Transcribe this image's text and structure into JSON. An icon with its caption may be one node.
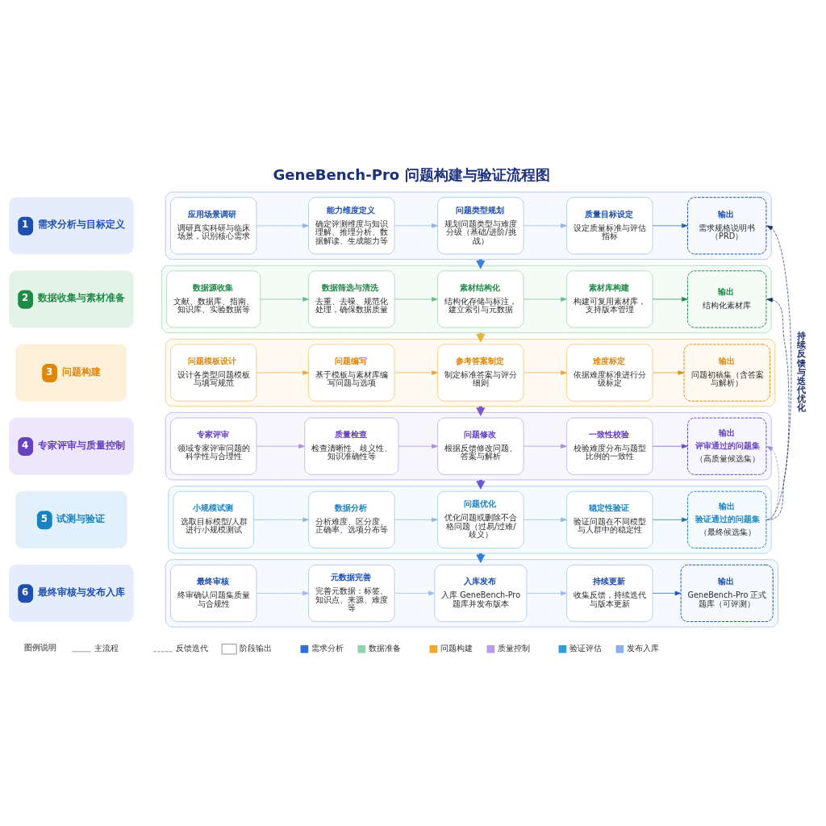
{
  "diagram": {
    "title": "GeneBench-Pro 问题构建与验证流程图",
    "nodes": [
      {
        "text": [
          "1",
          "需求分析与目标定义"
        ]
      },
      {
        "text": [],
        "shape": "box"
      },
      {
        "text": [
          "应用场景调研",
          "调研真实科研与临床场景，识别核心需求"
        ],
        "in": 1
      },
      {
        "text": [
          "能力维度定义",
          "确定评测维度与知识理解、推理分析、数据解读、生成能力等"
        ],
        "in": 1
      },
      {
        "text": [
          "问题类型规划",
          "规划问题类型与难度分级（基础/进阶/挑战）"
        ],
        "in": 1
      },
      {
        "text": [
          "质量目标设定",
          "设定质量标准与评估指标"
        ],
        "in": 1
      },
      {
        "text": [
          "输出",
          "需求规格说明书（PRD）"
        ],
        "in": 1
      },
      {
        "text": [
          "2",
          "数据收集与素材准备"
        ]
      },
      {
        "text": [],
        "shape": "box"
      },
      {
        "text": [
          "数据源收集",
          "文献、数据库、指南、知识库、实验数据等"
        ],
        "in": 8
      },
      {
        "text": [
          "数据筛选与清洗",
          "去重、去噪、规范化处理，确保数据质量"
        ],
        "in": 8
      },
      {
        "text": [
          "素材结构化",
          "结构化存储与标注，建立索引与元数据"
        ],
        "in": 8
      },
      {
        "text": [
          "素材库构建",
          "构建可复用素材库，支持版本管理"
        ],
        "in": 8
      },
      {
        "text": [
          "输出",
          "结构化素材库"
        ],
        "in": 8
      },
      {
        "text": [
          "3",
          "问题构建"
        ]
      },
      {
        "text": [],
        "shape": "box"
      },
      {
        "text": [
          "问题模板设计",
          "设计各类型问题模板与填写规范"
        ],
        "in": 15
      },
      {
        "text": [
          "问题编写",
          "基于模板与素材库编写问题与选项"
        ],
        "in": 15
      },
      {
        "text": [
          "参考答案制定",
          "制定标准答案与评分细则"
        ],
        "in": 15
      },
      {
        "text": [
          "难度标定",
          "依据难度标准进行分级标定"
        ],
        "in": 15
      },
      {
        "text": [
          "输出",
          "问题初稿集（含答案与解析）"
        ],
        "in": 15
      },
      {
        "text": [
          "4",
          "专家评审与质量控制"
        ]
      },
      {
        "text": [],
        "shape": "box"
      },
      {
        "text": [
          "专家评审",
          "领域专家评审问题的科学性与合理性"
        ],
        "in": 22
      },
      {
        "text": [
          "质量检查",
          "检查清晰性、歧义性、知识准确性等"
        ],
        "in": 22
      },
      {
        "text": [
          "问题修改",
          "根据反馈修改问题、答案与解析"
        ],
        "in": 22
      },
      {
        "text": [
          "一致性校验",
          "校验难度分布与题型比例的一致性"
        ],
        "in": 22
      },
      {
        "text": [
          "输出",
          "评审通过的问题集",
          "（高质量候选集）"
        ],
        "in": 22
      },
      {
        "text": [
          "5",
          "试测与验证"
        ]
      },
      {
        "text": [],
        "shape": "box"
      },
      {
        "text": [
          "小规模试测",
          "选取目标模型/人群进行小规模测试"
        ],
        "in": 29
      },
      {
        "text": [
          "数据分析",
          "分析难度、区分度、正确率、选项分布等"
        ],
        "in": 29
      },
      {
        "text": [
          "问题优化",
          "优化问题或删除不合格问题（过易/过难/歧义）"
        ],
        "in": 29
      },
      {
        "text": [
          "稳定性验证",
          "验证问题在不同模型与人群中的稳定性"
        ],
        "in": 29
      },
      {
        "text": [
          "输出",
          "验证通过的问题集",
          "（最终候选集）"
        ],
        "in": 29
      },
      {
        "text": [
          "6",
          "最终审核与发布入库"
        ]
      },
      {
        "text": [],
        "shape": "box"
      },
      {
        "text": [
          "最终审核",
          "终审确认问题集质量与合规性"
        ],
        "in": 36
      },
      {
        "text": [
          "元数据完善",
          "完善元数据：标签、知识点、来源、难度等"
        ],
        "in": 36
      },
      {
        "text": [
          "入库发布",
          "入库 GeneBench-Pro 题库并发布版本"
        ],
        "in": 36
      },
      {
        "text": [
          "持续更新",
          "收集反馈，持续迭代与版本更新"
        ],
        "in": 36
      },
      {
        "text": [
          "输出",
          "GeneBench-Pro 正式题库（可评测）"
        ],
        "in": 36
      }
    ],
    "edges": [
      {
        "from": 2,
        "to": 3,
        "arrow": "to",
        "color": "#8fb0e4"
      },
      {
        "from": 3,
        "to": 4,
        "arrow": "to",
        "color": "#8fb0e4"
      },
      {
        "from": 4,
        "to": 5,
        "arrow": "to",
        "color": "#8fb0e4"
      },
      {
        "from": 5,
        "to": 6,
        "arrow": "to",
        "color": "#2a58b4"
      },
      {
        "from": 1,
        "to": 8,
        "arrow": "to",
        "style": "thick",
        "color": "#3d82e0"
      },
      {
        "from": 9,
        "to": 10,
        "arrow": "to",
        "color": "#6cb890"
      },
      {
        "from": 10,
        "to": 11,
        "arrow": "to",
        "color": "#6cb890"
      },
      {
        "from": 11,
        "to": 12,
        "arrow": "to",
        "color": "#6cb890"
      },
      {
        "from": 12,
        "to": 13,
        "arrow": "to",
        "color": "#1d8a48"
      },
      {
        "from": 8,
        "to": 15,
        "arrow": "to",
        "style": "thick",
        "color": "#e8b43a"
      },
      {
        "from": 16,
        "to": 17,
        "arrow": "to",
        "color": "#eea43a"
      },
      {
        "from": 17,
        "to": 18,
        "arrow": "to",
        "color": "#eea43a"
      },
      {
        "from": 18,
        "to": 19,
        "arrow": "to",
        "color": "#eea43a"
      },
      {
        "from": 19,
        "to": 20,
        "arrow": "to",
        "color": "#e08a0c"
      },
      {
        "from": 15,
        "to": 22,
        "arrow": "to",
        "style": "thick",
        "color": "#7a55d2"
      },
      {
        "from": 23,
        "to": 24,
        "arrow": "to",
        "color": "#a58fdc"
      },
      {
        "from": 24,
        "to": 25,
        "arrow": "to",
        "color": "#a58fdc"
      },
      {
        "from": 25,
        "to": 26,
        "arrow": "to",
        "color": "#a58fdc"
      },
      {
        "from": 26,
        "to": 27,
        "arrow": "to",
        "color": "#6a48c0"
      },
      {
        "from": 22,
        "to": 29,
        "arrow": "to",
        "style": "thick",
        "color": "#6a5ad8"
      },
      {
        "from": 30,
        "to": 31,
        "arrow": "to",
        "color": "#86bcdc"
      },
      {
        "from": 31,
        "to": 32,
        "arrow": "to",
        "color": "#86bcdc"
      },
      {
        "from": 32,
        "to": 33,
        "arrow": "to",
        "color": "#86bcdc"
      },
      {
        "from": 33,
        "to": 34,
        "arrow": "to",
        "color": "#1d6f9e"
      },
      {
        "from": 29,
        "to": 36,
        "arrow": "to",
        "style": "thick",
        "color": "#2f7fe2"
      },
      {
        "from": 37,
        "to": 38,
        "arrow": "to",
        "color": "#9ab8ea"
      },
      {
        "from": 38,
        "to": 39,
        "arrow": "to",
        "color": "#9ab8ea"
      },
      {
        "from": 39,
        "to": 40,
        "arrow": "to",
        "color": "#9ab8ea"
      },
      {
        "from": 40,
        "to": 41,
        "arrow": "to",
        "color": "#2a5cb4"
      },
      {
        "from": 34,
        "to": 6,
        "arrow": "to",
        "style": "dashed",
        "color": "#1e2f6e"
      },
      {
        "from": 34,
        "to": 13,
        "arrow": "to",
        "style": "dashed",
        "color": "#1e2f6e"
      },
      {
        "from": 34,
        "to": 27,
        "arrow": "to",
        "style": "dashed",
        "color": "#9a8ed8"
      }
    ],
    "labels": [
      "持续反馈与迭代优化",
      "图例说明"
    ],
    "legend": [
      {
        "text": "主流程"
      },
      {
        "text": "反馈迭代"
      },
      {
        "text": "阶段输出"
      },
      {
        "text": "需求分析",
        "color": "#2f6fd6"
      },
      {
        "text": "数据准备",
        "color": "#8fd3ae"
      },
      {
        "text": "问题构建",
        "color": "#f5a623"
      },
      {
        "text": "质量控制",
        "color": "#b89ce8"
      },
      {
        "text": "验证评估",
        "color": "#2a9fd8"
      },
      {
        "text": "发布入库",
        "color": "#8eaef0"
      }
    ]
  }
}
